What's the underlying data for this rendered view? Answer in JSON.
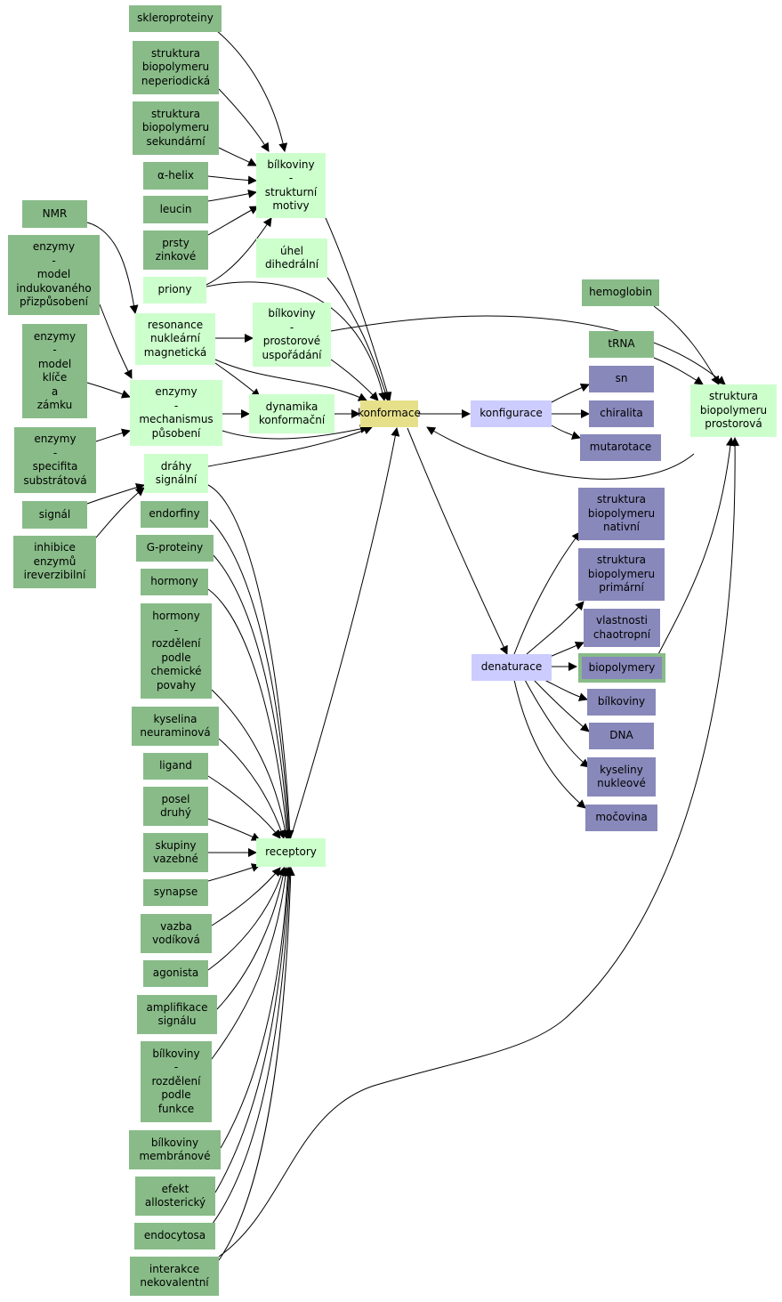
{
  "colors": {
    "concept_dark": "#88bb88",
    "concept_light": "#ccffcc",
    "central": "#e6e08a",
    "hub_lavender": "#ccccff",
    "chem_purple": "#8888bb",
    "edge": "#000000"
  },
  "nodes": {
    "skleroproteiny": "skleroproteiny",
    "struktura_neperiodicka": "struktura\nbiopolymeru\nneperiodická",
    "struktura_sekundarni": "struktura\nbiopolymeru\nsekundární",
    "alpha_helix": "α-helix",
    "leucin": "leucin",
    "prsty_zinkove": "prsty\nzinkové",
    "priony": "priony",
    "bilkoviny_strukturni_motivy": "bílkoviny\n-\nstrukturní\nmotivy",
    "uhel_dihedralni": "úhel\ndihedrální",
    "nmr": "NMR",
    "enzymy_model_indukovaneho": "enzymy\n-\nmodel\nindukovaného\npřizpůsobení",
    "resonance_nuklearni": "resonance\nnukleární\nmagnetická",
    "bilkoviny_prostorove": "bílkoviny\n-\nprostorové\nuspořádání",
    "enzymy_model_klice": "enzymy\n-\nmodel\nklíče\na\nzámku",
    "enzymy_mechanismus": "enzymy\n-\nmechanismus\npůsobení",
    "dynamika_konformacni": "dynamika\nkonformační",
    "konformace": "konformace",
    "konfigurace": "konfigurace",
    "hemoglobin": "hemoglobin",
    "trna": "tRNA",
    "sn": "sn",
    "chiralita": "chiralita",
    "mutarotace": "mutarotace",
    "struktura_prostorova": "struktura\nbiopolymeru\nprostorová",
    "enzymy_specifita": "enzymy\n-\nspecifita\nsubstrátová",
    "drahy_signalni": "dráhy\nsignální",
    "signal": "signál",
    "inhibice": "inhibice\nenzymů\nireverzibilní",
    "endorfiny": "endorfiny",
    "g_proteiny": "G-proteiny",
    "hormony": "hormony",
    "hormony_rozdeleni": "hormony\n-\nrozdělení\npodle\nchemické\npovahy",
    "kyselina_neuraminova": "kyselina\nneuraminová",
    "ligand": "ligand",
    "posel_druhy": "posel\ndruhý",
    "skupiny_vazebne": "skupiny\nvazebné",
    "synapse": "synapse",
    "vazba_vodikova": "vazba\nvodíková",
    "agonista": "agonista",
    "amplifikace": "amplifikace\nsignálu",
    "bilkoviny_rozdeleni": "bílkoviny\n-\nrozdělení\npodle\nfunkce",
    "bilkoviny_membranove": "bílkoviny\nmembránové",
    "efekt_allostericky": "efekt\nallosterický",
    "endocytosa": "endocytosa",
    "interakce": "interakce\nnekovalentní",
    "receptory": "receptory",
    "struktura_nativni": "struktura\nbiopolymeru\nnativní",
    "struktura_primarni": "struktura\nbiopolymeru\nprimární",
    "vlastnosti_chaotropni": "vlastnosti\nchaotropní",
    "biopolymery": "biopolymery",
    "bilkoviny": "bílkoviny",
    "dna": "DNA",
    "kyseliny_nukleove": "kyseliny\nnukleové",
    "mocovina": "močovina",
    "denaturace": "denaturace"
  }
}
